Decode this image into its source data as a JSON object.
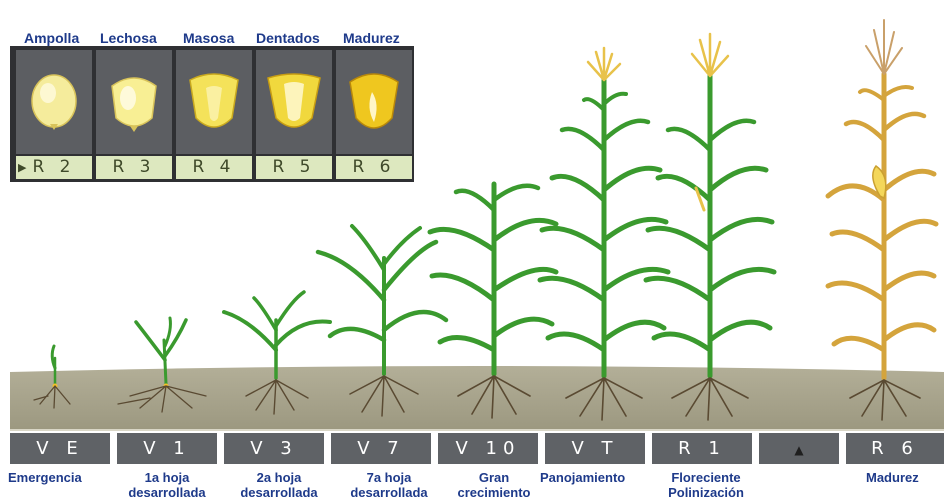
{
  "kernel_stages": [
    {
      "name": "Ampolla",
      "code": "R 2",
      "color": "#f5ec9c",
      "active": true
    },
    {
      "name": "Lechosa",
      "code": "R 3",
      "color": "#f8ef94"
    },
    {
      "name": "Masosa",
      "code": "R 4",
      "color": "#f4e25a"
    },
    {
      "name": "Dentados",
      "code": "R 5",
      "color": "#f1d83d"
    },
    {
      "name": "Madurez",
      "code": "R 6",
      "color": "#efc71f"
    }
  ],
  "growth_stages": [
    {
      "code": "V E",
      "name_line1": "Emergencia",
      "name_line2": ""
    },
    {
      "code": "V 1",
      "name_line1": "1a hoja",
      "name_line2": "desarrollada"
    },
    {
      "code": "V 3",
      "name_line1": "2a  hoja",
      "name_line2": "desarrollada"
    },
    {
      "code": "V 7",
      "name_line1": "7a hoja",
      "name_line2": "desarrollada"
    },
    {
      "code": "V 10",
      "name_line1": "Gran",
      "name_line2": "crecimiento"
    },
    {
      "code": "V T",
      "name_line1": "Panojamiento",
      "name_line2": ""
    },
    {
      "code": "R 1",
      "name_line1": "Floreciente",
      "name_line2": "Polinización"
    },
    {
      "code": "",
      "name_line1": "",
      "name_line2": "",
      "icon": "up-triangle-icon"
    },
    {
      "code": "R 6",
      "name_line1": "Madurez",
      "name_line2": ""
    }
  ],
  "colors": {
    "soil": "#a9a58e",
    "plant_green": "#3a9a2e",
    "plant_dry": "#d4a43c",
    "tassel": "#e8c24a",
    "root": "#5a4a32",
    "label_blue": "#1e3a8a",
    "band": "#5f6266"
  }
}
